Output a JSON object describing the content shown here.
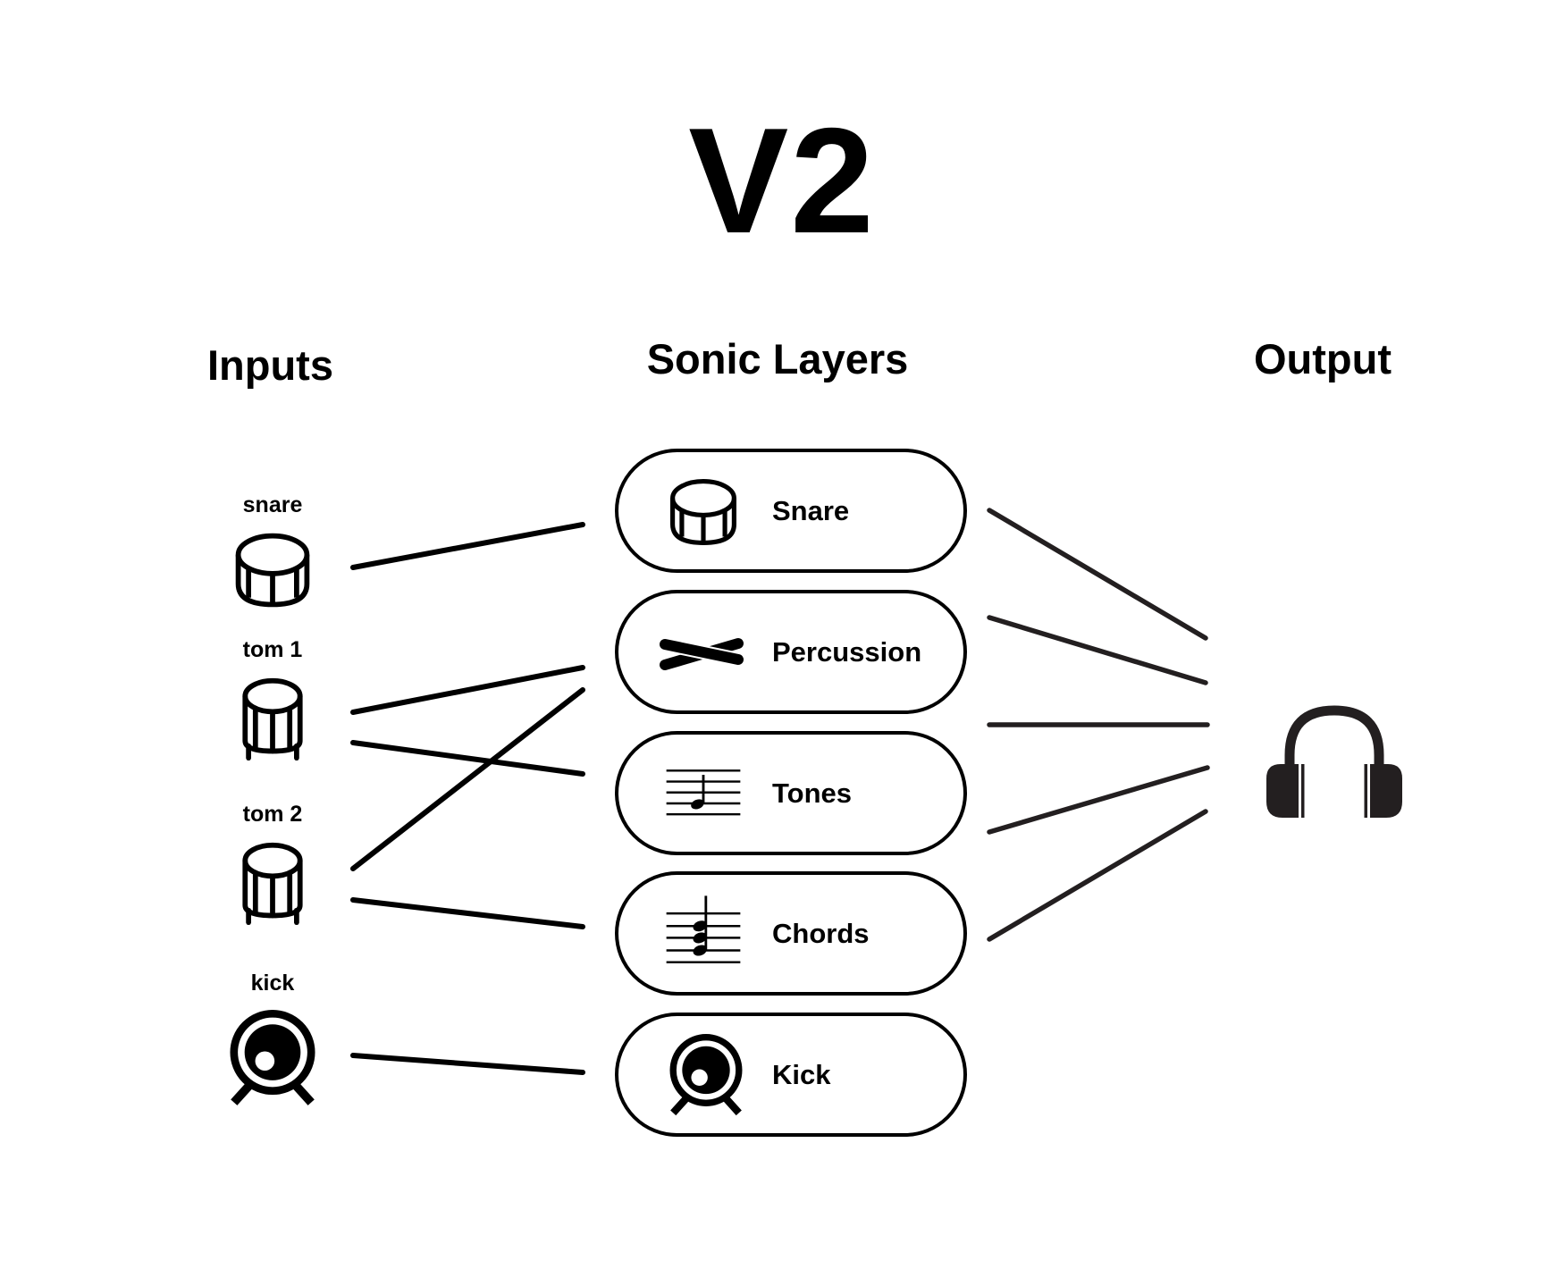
{
  "title": "V2",
  "columns": {
    "inputs": "Inputs",
    "layers": "Sonic Layers",
    "output": "Output"
  },
  "inputs": [
    {
      "id": "snare",
      "label": "snare",
      "icon": "snare-drum-icon"
    },
    {
      "id": "tom1",
      "label": "tom 1",
      "icon": "tom-drum-icon"
    },
    {
      "id": "tom2",
      "label": "tom 2",
      "icon": "tom-drum-icon"
    },
    {
      "id": "kick",
      "label": "kick",
      "icon": "kick-drum-icon"
    }
  ],
  "layers": [
    {
      "id": "snare",
      "label": "Snare",
      "icon": "snare-drum-icon"
    },
    {
      "id": "percussion",
      "label": "Percussion",
      "icon": "drumsticks-icon"
    },
    {
      "id": "tones",
      "label": "Tones",
      "icon": "single-note-staff-icon"
    },
    {
      "id": "chords",
      "label": "Chords",
      "icon": "chord-staff-icon"
    },
    {
      "id": "kick",
      "label": "Kick",
      "icon": "kick-drum-icon"
    }
  ],
  "output": {
    "id": "headphones",
    "icon": "headphones-icon"
  },
  "connections": {
    "input_to_layer": [
      {
        "from": "snare",
        "to": "snare"
      },
      {
        "from": "tom1",
        "to": "percussion"
      },
      {
        "from": "tom1",
        "to": "tones"
      },
      {
        "from": "tom2",
        "to": "percussion"
      },
      {
        "from": "tom2",
        "to": "chords"
      },
      {
        "from": "kick",
        "to": "kick"
      }
    ],
    "layer_to_output": [
      {
        "from": "snare",
        "to": "headphones"
      },
      {
        "from": "percussion",
        "to": "headphones"
      },
      {
        "from": "tones",
        "to": "headphones"
      },
      {
        "from": "chords",
        "to": "headphones"
      },
      {
        "from": "kick",
        "to": "headphones"
      }
    ]
  },
  "colors": {
    "ink": "#000000",
    "output_ink": "#231f20",
    "background": "#ffffff"
  }
}
